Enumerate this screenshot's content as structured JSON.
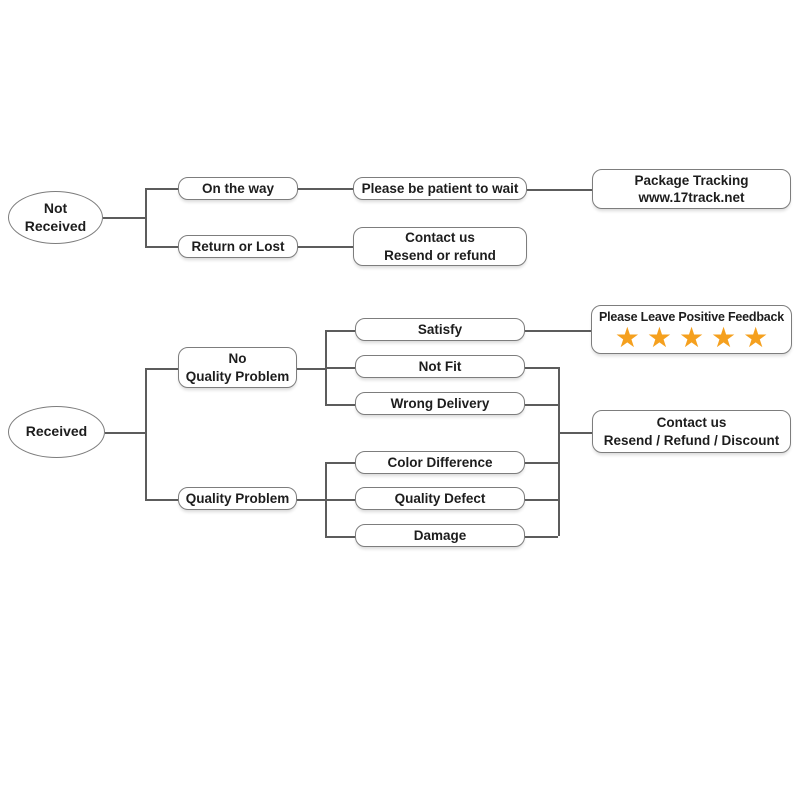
{
  "palette": {
    "background": "#ffffff",
    "line": "#5c5c5c",
    "border": "#7d7d7d",
    "text": "#1d1d1d",
    "star": "#F5A01E"
  },
  "not_received_flow": {
    "root": "Not Received",
    "on_the_way": "On the way",
    "be_patient": "Please be patient to wait",
    "tracking_line1": "Package Tracking",
    "tracking_line2": "www.17track.net",
    "return_or_lost": "Return or Lost",
    "contact_line1": "Contact us",
    "contact_line2": "Resend or refund"
  },
  "received_flow": {
    "root": "Received",
    "no_quality_line1": "No",
    "no_quality_line2": "Quality Problem",
    "satisfy": "Satisfy",
    "not_fit": "Not Fit",
    "wrong_delivery": "Wrong Delivery",
    "quality_problem": "Quality Problem",
    "color_difference": "Color Difference",
    "quality_defect": "Quality Defect",
    "damage": "Damage",
    "feedback_title": "Please Leave Positive Feedback",
    "feedback_star_icon": "★",
    "feedback_star_count": 5,
    "contact_line1": "Contact us",
    "contact_line2": "Resend / Refund / Discount"
  }
}
